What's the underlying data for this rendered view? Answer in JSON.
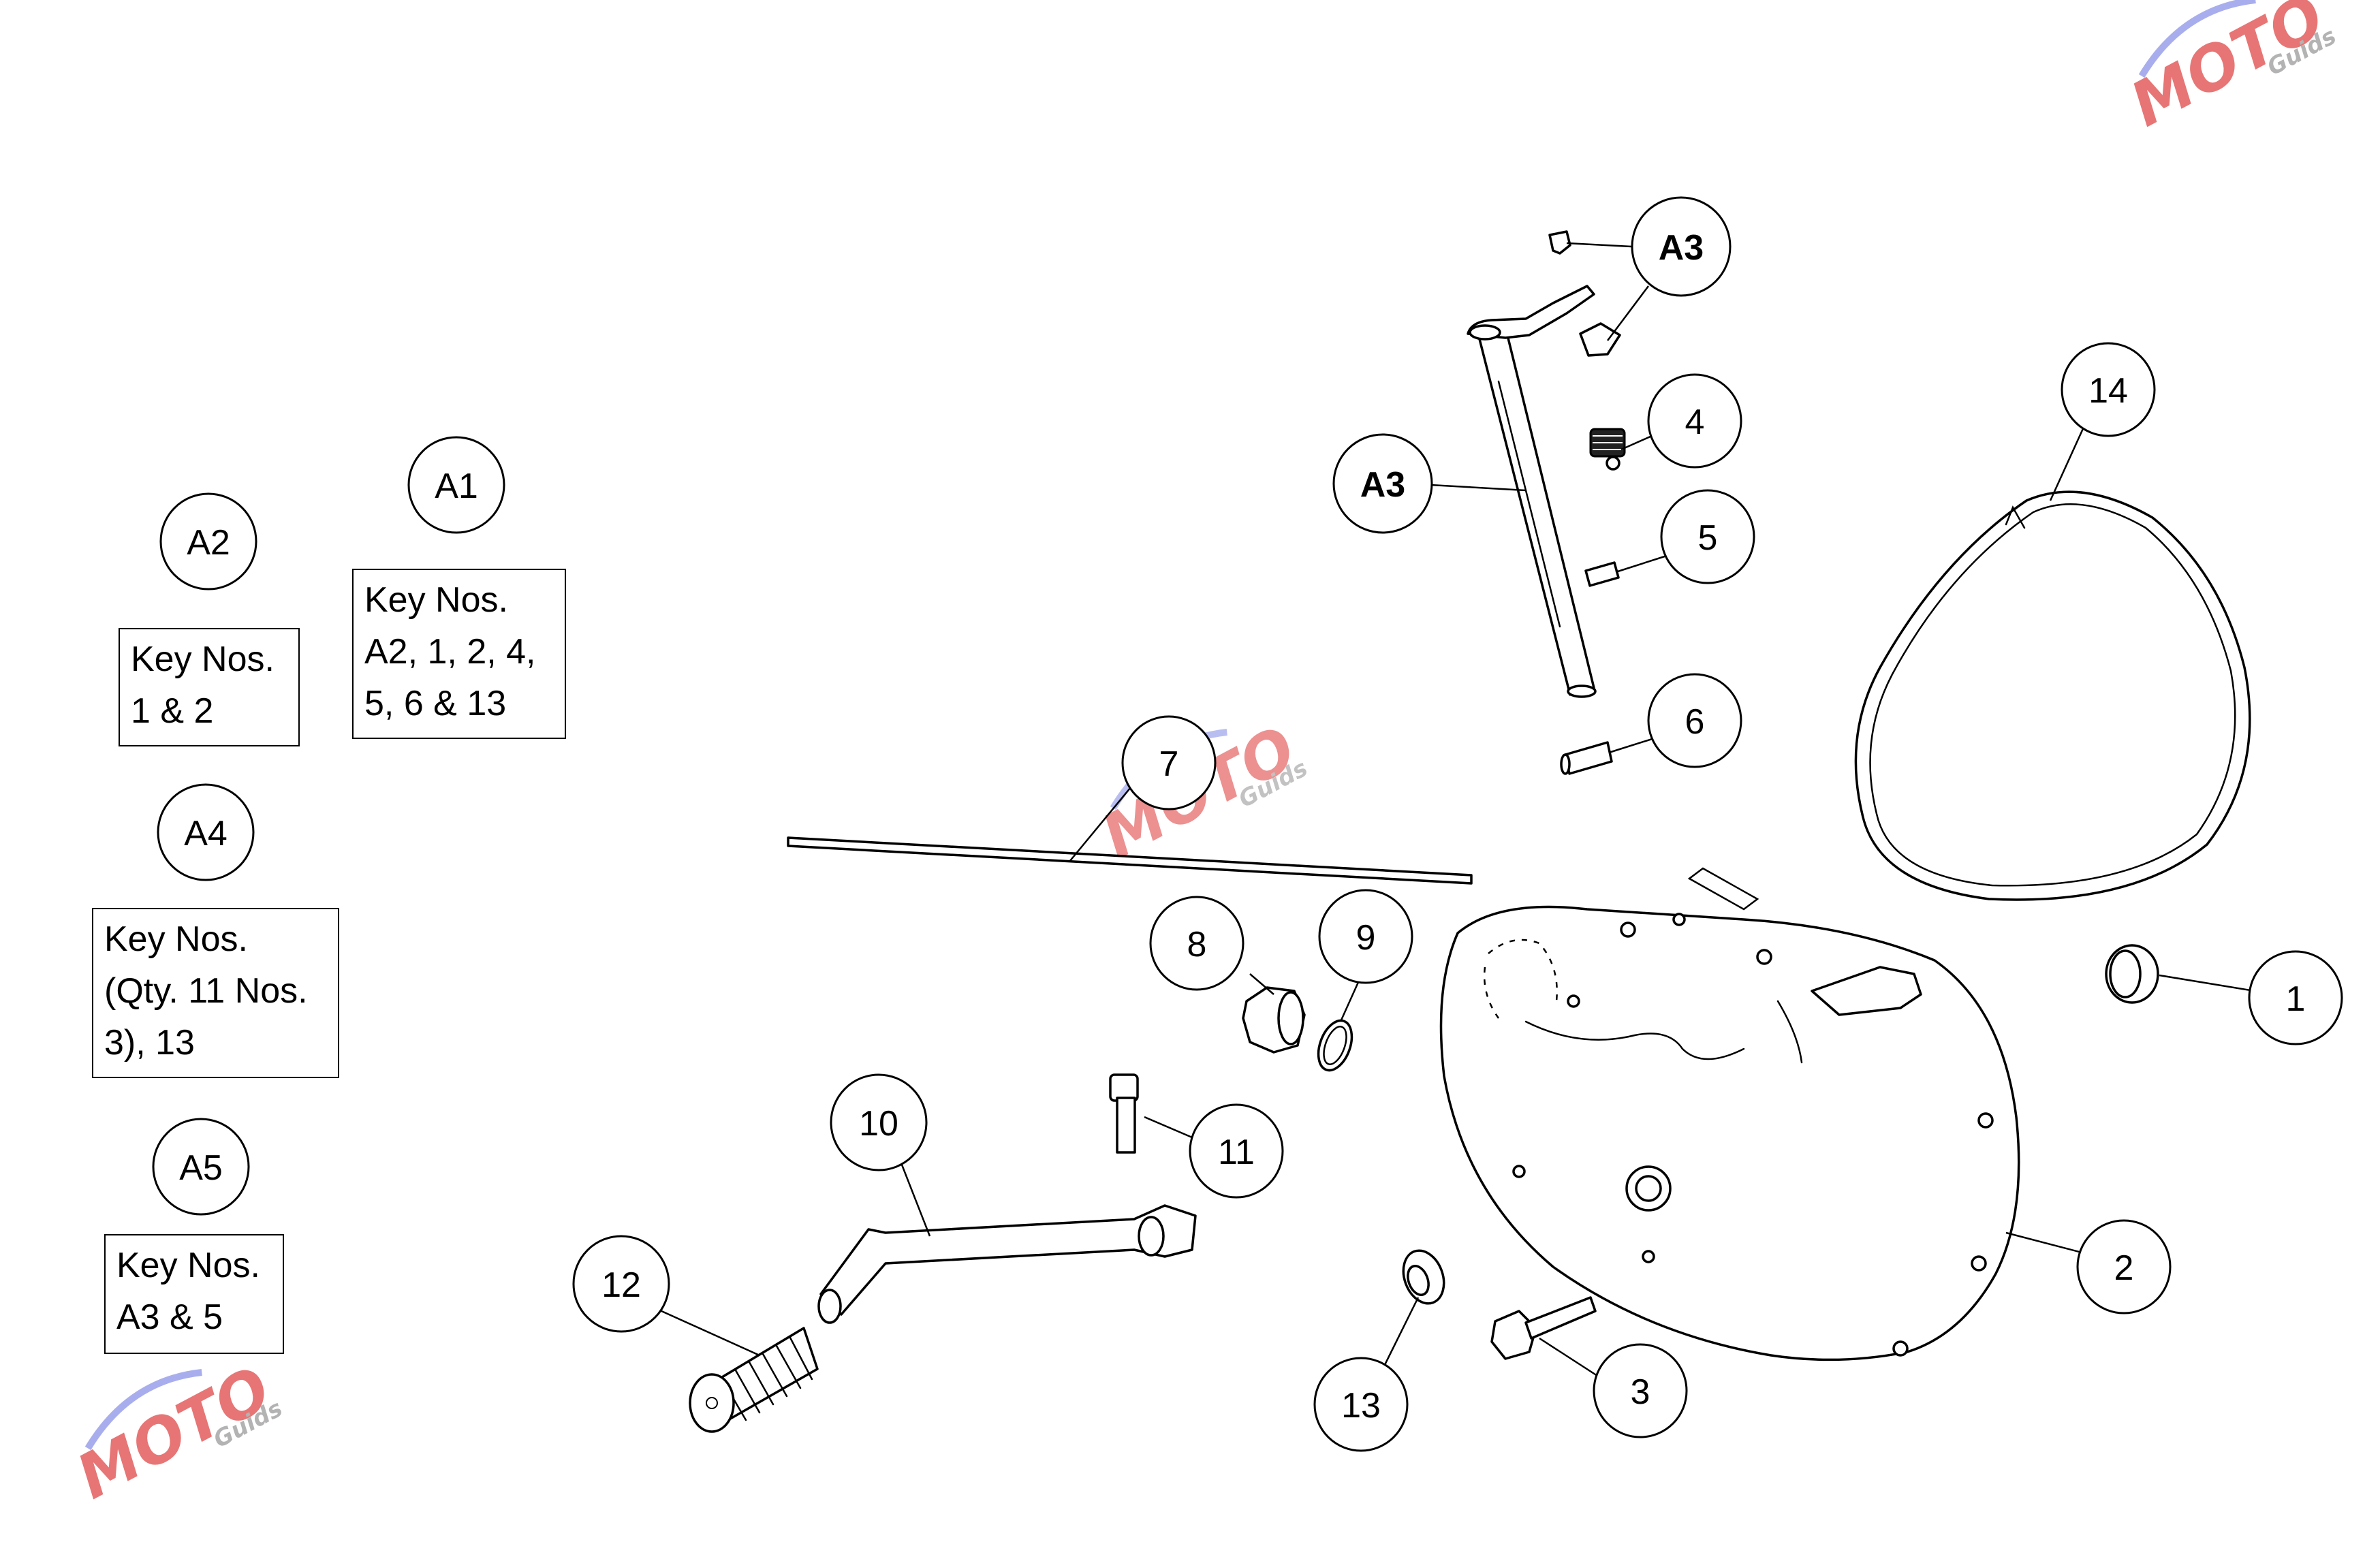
{
  "colors": {
    "line": "#000000",
    "background": "#ffffff",
    "watermark_red": "#e04848",
    "watermark_blue": "#8c94e8",
    "watermark_gray": "#9a9a9a"
  },
  "callouts": {
    "A1": "A1",
    "A2": "A2",
    "A4": "A4",
    "A5": "A5",
    "A3_top": "A3",
    "A3_shaft": "A3",
    "n1": "1",
    "n2": "2",
    "n3": "3",
    "n4": "4",
    "n5": "5",
    "n6": "6",
    "n7": "7",
    "n8": "8",
    "n9": "9",
    "n10": "10",
    "n11": "11",
    "n12": "12",
    "n13": "13",
    "n14": "14"
  },
  "key_boxes": {
    "A2": {
      "lines": [
        "Key Nos.",
        "1 & 2"
      ]
    },
    "A1": {
      "lines": [
        "Key Nos.",
        "A2, 1, 2, 4,",
        "5, 6 & 13"
      ]
    },
    "A4": {
      "lines": [
        "Key Nos.",
        "(Qty. 11 Nos.",
        "3), 13"
      ]
    },
    "A5": {
      "lines": [
        "Key Nos.",
        "A3 & 5"
      ]
    }
  },
  "watermark": {
    "logo_text": "MOTO",
    "sub_text": "Guids"
  }
}
